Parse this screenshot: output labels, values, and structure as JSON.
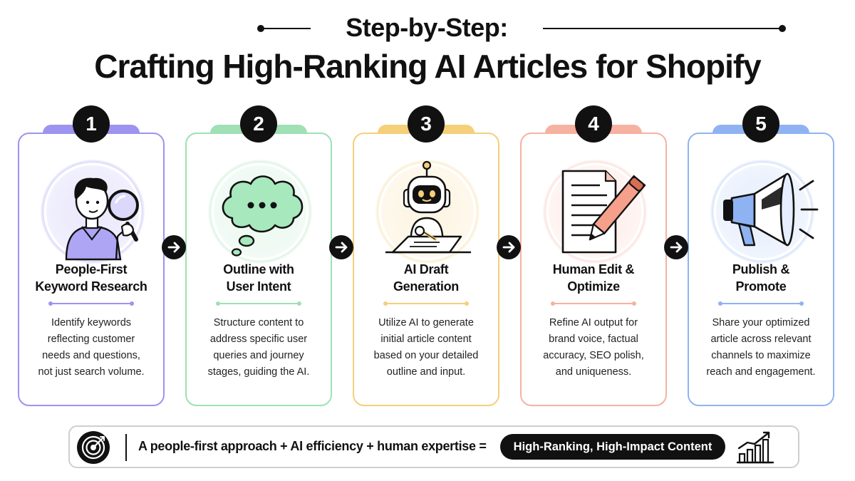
{
  "header": {
    "subtitle": "Step-by-Step:",
    "title": "Crafting High-Ranking AI Articles for Shopify"
  },
  "steps": [
    {
      "number": "1",
      "title_line1": "People-First",
      "title_line2": "Keyword Research",
      "desc": [
        "Identify keywords",
        "reflecting customer",
        "needs and questions,",
        "not just search volume."
      ],
      "accent": "#9d93f0",
      "icon": "person-magnifier-icon"
    },
    {
      "number": "2",
      "title_line1": "Outline with",
      "title_line2": "User Intent",
      "desc": [
        "Structure content to",
        "address specific user",
        "queries and journey",
        "stages, guiding the AI."
      ],
      "accent": "#9fe0b4",
      "icon": "thought-bubble-icon"
    },
    {
      "number": "3",
      "title_line1": "AI Draft",
      "title_line2": "Generation",
      "desc": [
        "Utilize AI to generate",
        "initial article content",
        "based on your detailed",
        "outline and input."
      ],
      "accent": "#f5cf79",
      "icon": "robot-writing-icon"
    },
    {
      "number": "4",
      "title_line1": "Human Edit &",
      "title_line2": "Optimize",
      "desc": [
        "Refine AI output for",
        "brand voice, factual",
        "accuracy, SEO polish,",
        "and uniqueness."
      ],
      "accent": "#f6b1a1",
      "icon": "document-pencil-icon"
    },
    {
      "number": "5",
      "title_line1": "Publish &",
      "title_line2": "Promote",
      "desc": [
        "Share your optimized",
        "article across relevant",
        "channels to maximize",
        "reach and engagement."
      ],
      "accent": "#8fb3f2",
      "icon": "megaphone-icon"
    }
  ],
  "footer": {
    "formula": "A people-first approach + AI efficiency + human expertise =",
    "result": "High-Ranking, High-Impact Content",
    "left_icon": "target-icon",
    "right_icon": "growth-chart-icon"
  }
}
